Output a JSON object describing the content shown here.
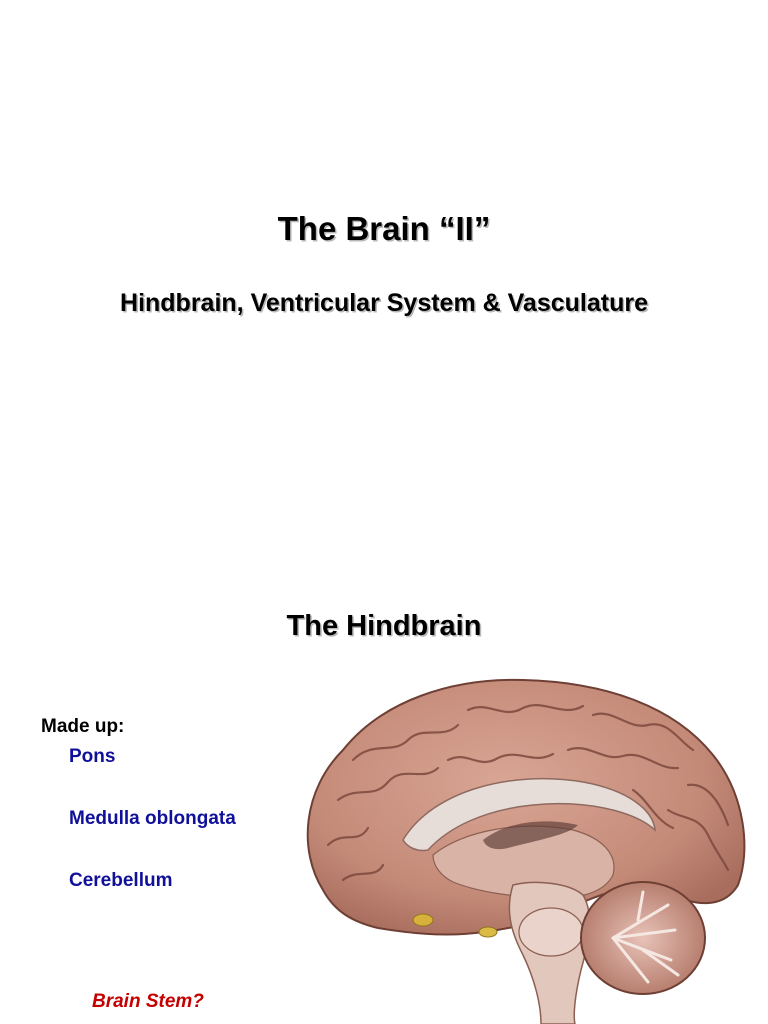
{
  "slide1": {
    "title": "The Brain “II”",
    "subtitle": "Hindbrain, Ventricular System & Vasculature"
  },
  "slide2": {
    "title": "The Hindbrain",
    "made_up_label": "Made up:",
    "parts": [
      "Pons",
      "Medulla oblongata",
      "Cerebellum"
    ],
    "question": "Brain Stem?",
    "illustration": "brain-midsagittal-illustration",
    "colors": {
      "parts_text": "#10109a",
      "question_text": "#c40000",
      "brain_tissue": "#c9917f"
    }
  }
}
